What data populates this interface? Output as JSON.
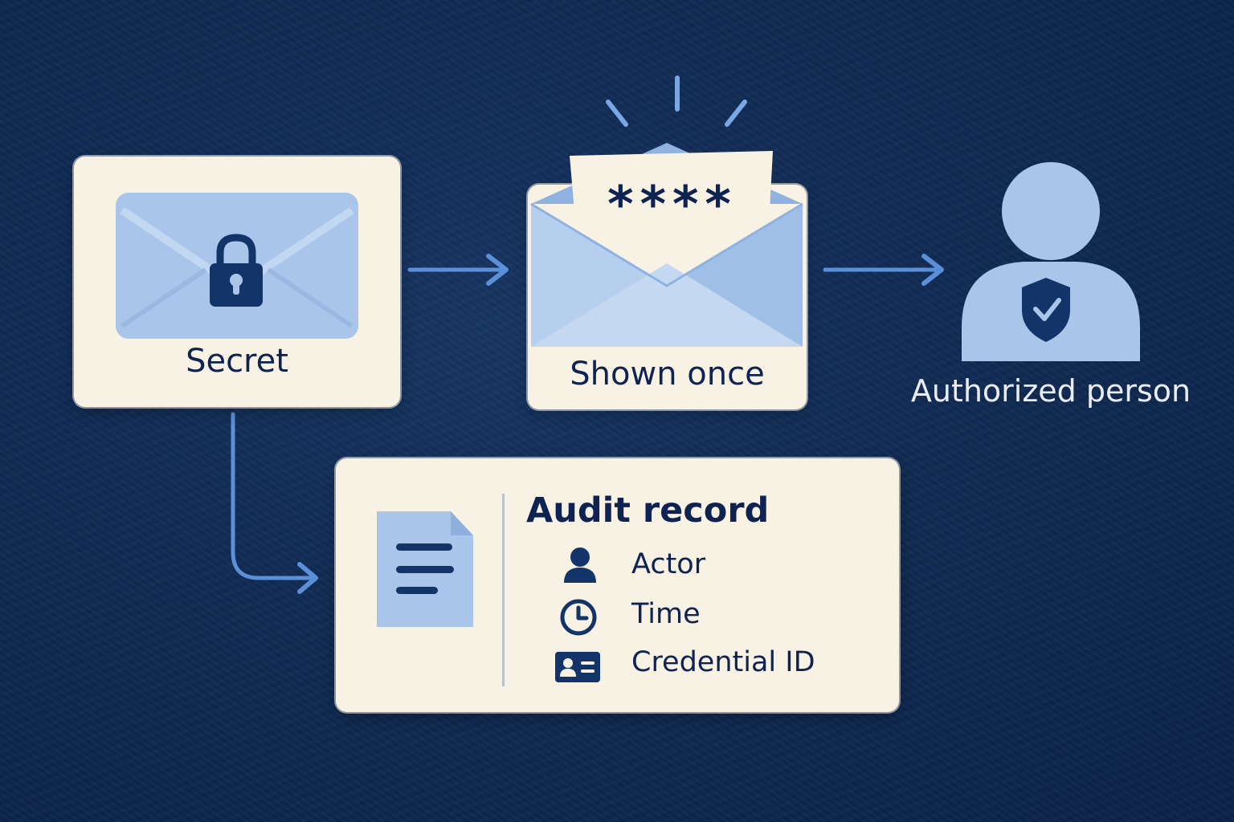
{
  "nodes": {
    "secret": {
      "label": "Secret"
    },
    "shown_once": {
      "label": "Shown once",
      "masked_value": "****"
    },
    "authorized_person": {
      "label": "Authorized person"
    },
    "audit_record": {
      "title": "Audit record",
      "fields": [
        "Actor",
        "Time",
        "Credential ID"
      ]
    }
  },
  "icons": {
    "secret": [
      "envelope-icon",
      "lock-icon"
    ],
    "shown_once": [
      "open-envelope-icon",
      "spark-icon"
    ],
    "authorized_person": [
      "person-icon",
      "shield-check-icon"
    ],
    "audit_record": [
      "document-icon",
      "user-icon",
      "clock-icon",
      "id-card-icon"
    ]
  },
  "colors": {
    "background": "#0f2a52",
    "card": "#f7f2e3",
    "accent": "#5b8fd8",
    "light_blue": "#a9c5ea",
    "text_dark": "#0f2352",
    "text_light": "#e9ecf4"
  }
}
